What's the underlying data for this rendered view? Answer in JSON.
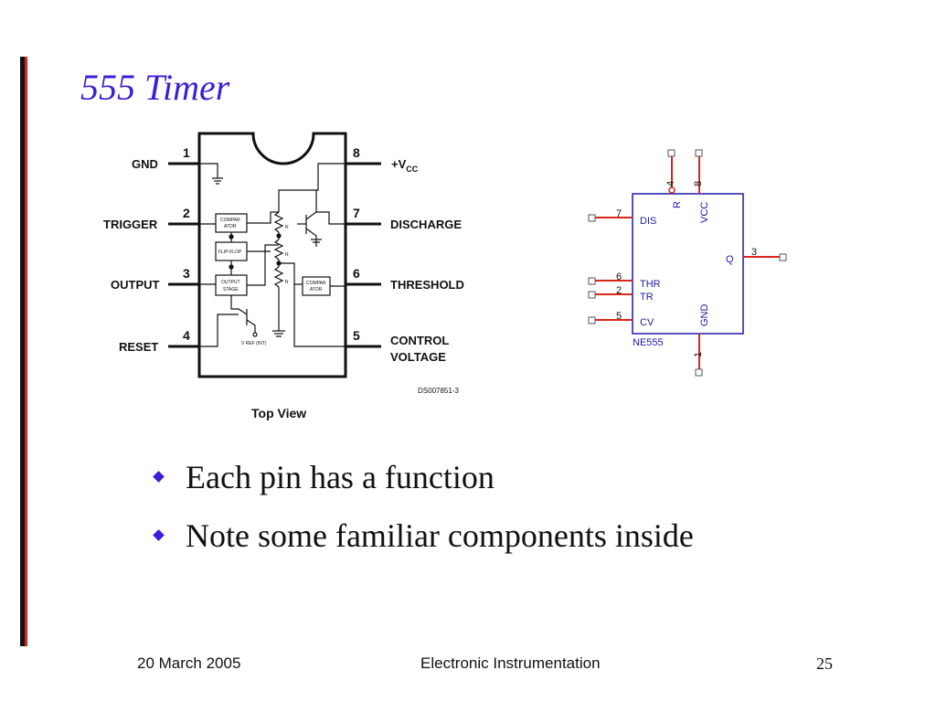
{
  "slide": {
    "title": "555 Timer",
    "bullets": [
      "Each pin has a function",
      "Note some familiar components inside"
    ],
    "footer": {
      "date": "20 March 2005",
      "course": "Electronic Instrumentation",
      "page_number": "25"
    }
  },
  "ic_diagram": {
    "left_pins": [
      {
        "number": "1",
        "label": "GND"
      },
      {
        "number": "2",
        "label": "TRIGGER"
      },
      {
        "number": "3",
        "label": "OUTPUT"
      },
      {
        "number": "4",
        "label": "RESET"
      }
    ],
    "right_pins": [
      {
        "number": "8",
        "label": "+V",
        "label_sub": "CC"
      },
      {
        "number": "7",
        "label": "DISCHARGE"
      },
      {
        "number": "6",
        "label": "THRESHOLD"
      },
      {
        "number": "5",
        "label": "CONTROL",
        "label_line2": "VOLTAGE"
      }
    ],
    "blocks": {
      "comparator_top": [
        "COMPAR",
        "ATOR"
      ],
      "flip_flop": "FLIP-FLOP",
      "output_stage": [
        "OUTPUT",
        "STAGE"
      ],
      "comparator_right": [
        "COMPAR",
        "ATOR"
      ],
      "vref": "V REF (INT)",
      "resistor": "R"
    },
    "doc_code": "DS007851-3",
    "caption": "Top View"
  },
  "schematic": {
    "part": "NE555",
    "pins": {
      "reset": {
        "number": "4",
        "label": "R"
      },
      "vcc": {
        "number": "8",
        "label": "VCC"
      },
      "dis": {
        "number": "7",
        "label": "DIS"
      },
      "q": {
        "number": "3",
        "label": "Q"
      },
      "thr": {
        "number": "6",
        "label": "THR"
      },
      "tr": {
        "number": "2",
        "label": "TR"
      },
      "cv": {
        "number": "5",
        "label": "CV"
      },
      "gnd": {
        "number": "1",
        "label": "GND"
      }
    },
    "colors": {
      "body": "#1a1aa8",
      "leads": "#d9261c"
    }
  }
}
